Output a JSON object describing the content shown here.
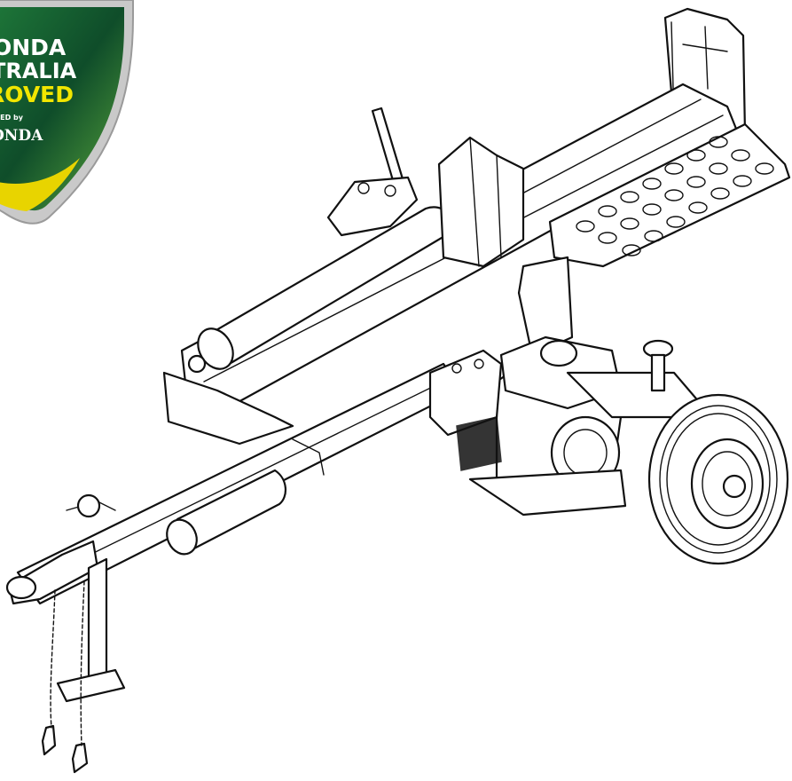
{
  "badge": {
    "line1": "ONDA",
    "line2": "TRALIA",
    "line3": "ROVED",
    "small": "RED by",
    "brand": "ONDA",
    "colors": {
      "shield_dark": "#0f4d2a",
      "shield_mid": "#1f7a3a",
      "shield_light": "#5aa83c",
      "rim": "#c9c9c9",
      "text_white": "#ffffff",
      "text_yellow": "#f2e600",
      "accent_yellow": "#e8d400"
    }
  },
  "illustration": {
    "subject": "log-splitter-line-drawing",
    "line_color": "#111111",
    "background": "#ffffff"
  }
}
